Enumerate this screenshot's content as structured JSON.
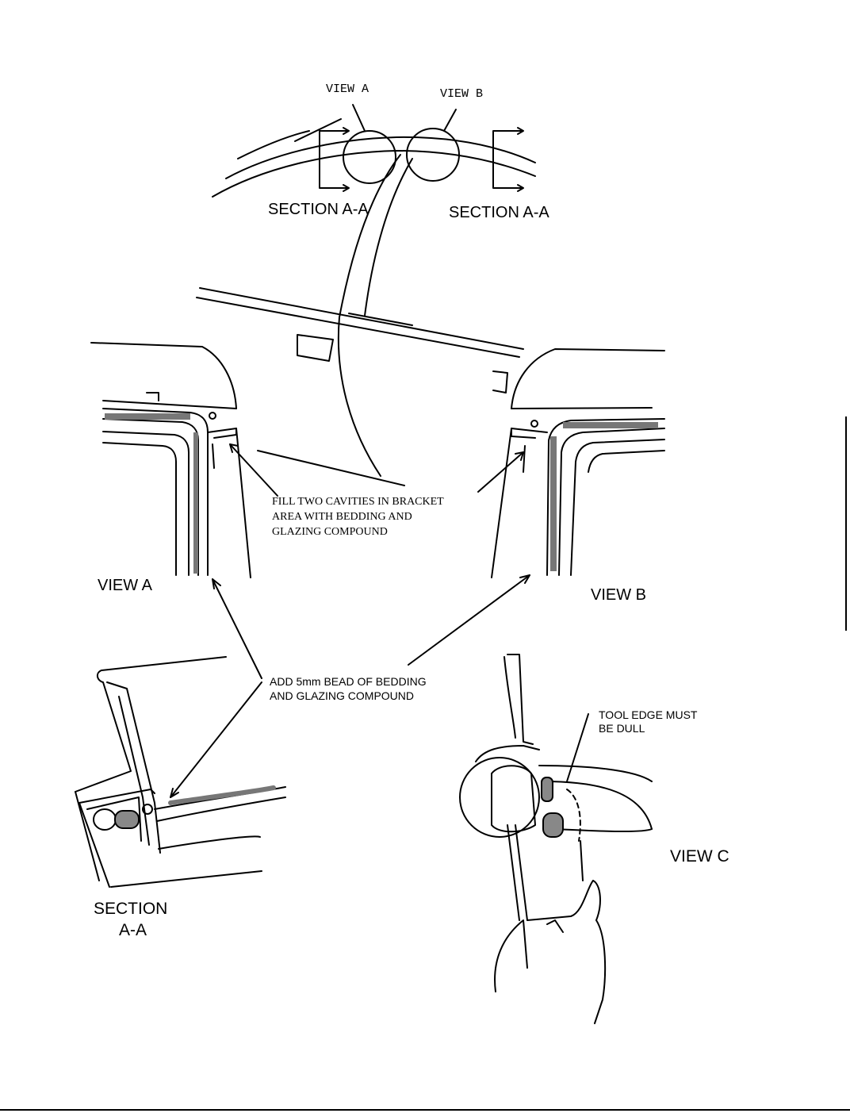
{
  "labels": {
    "top_view_a": "VIEW A",
    "top_view_b": "VIEW B",
    "section_left": "SECTION A-A",
    "section_right": "SECTION A-A",
    "view_a": "VIEW A",
    "view_b": "VIEW B",
    "view_c": "VIEW C",
    "section_bottom_line1": "SECTION",
    "section_bottom_line2": "A-A"
  },
  "callouts": {
    "fill_cavities": [
      "FILL TWO CAVITIES IN BRACKET",
      "AREA WITH BEDDING AND",
      "GLAZING COMPOUND"
    ],
    "add_bead": [
      "ADD 5mm BEAD OF BEDDING",
      "AND GLAZING COMPOUND"
    ],
    "tool_edge": [
      "TOOL EDGE MUST",
      "BE DULL"
    ]
  }
}
